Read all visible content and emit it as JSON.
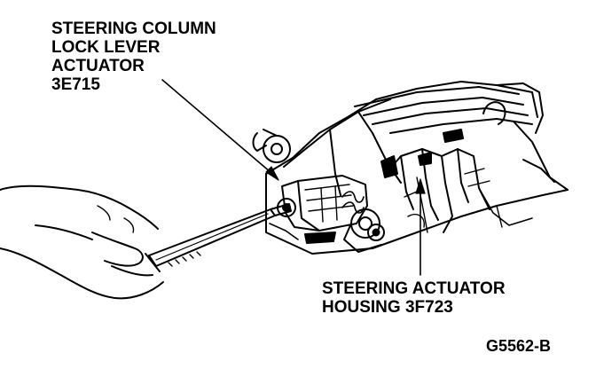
{
  "labels": {
    "lock_lever_actuator": {
      "line1": "STEERING COLUMN",
      "line2": "LOCK LEVER",
      "line3": "ACTUATOR",
      "line4": "3E715"
    },
    "steering_actuator_housing": {
      "line1": "STEERING ACTUATOR",
      "line2": "HOUSING 3F723"
    },
    "figure_id": "G5562-B"
  },
  "colors": {
    "ink": "#000000",
    "paper": "#ffffff"
  }
}
